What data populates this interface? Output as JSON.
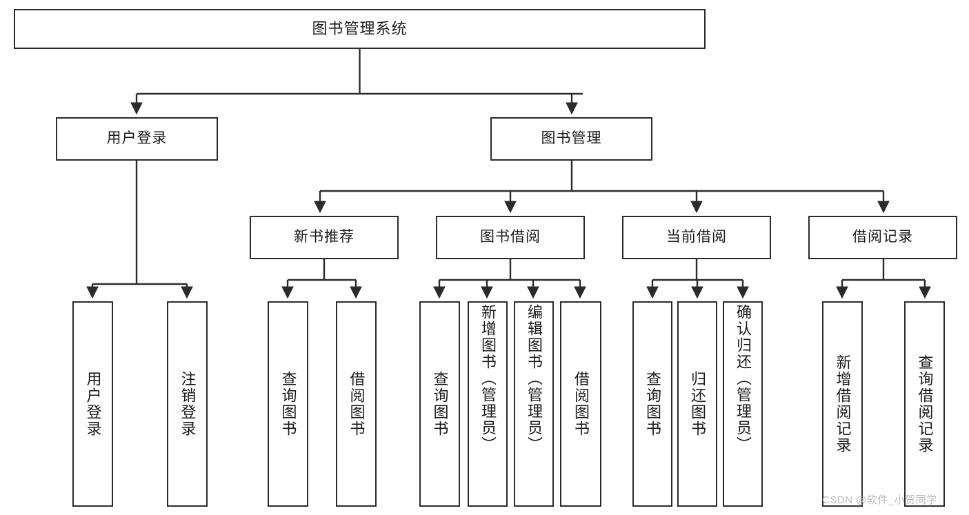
{
  "diagram": {
    "title_node": {
      "label": "图书管理系统"
    },
    "level2": [
      {
        "id": "user-login",
        "label": "用户登录"
      },
      {
        "id": "book-manage",
        "label": "图书管理"
      }
    ],
    "level3": [
      {
        "id": "new-book-recommend",
        "label": "新书推荐"
      },
      {
        "id": "book-borrow",
        "label": "图书借阅"
      },
      {
        "id": "current-borrow",
        "label": "当前借阅"
      },
      {
        "id": "borrow-record",
        "label": "借阅记录"
      }
    ],
    "leaves": {
      "user_login": [
        {
          "id": "leaf-user-login",
          "label": "用户登录"
        },
        {
          "id": "leaf-logout-login",
          "label": "注销登录"
        }
      ],
      "new_book_recommend": [
        {
          "id": "leaf-query-book-1",
          "label": "查询图书"
        },
        {
          "id": "leaf-borrow-book-1",
          "label": "借阅图书"
        }
      ],
      "book_borrow": [
        {
          "id": "leaf-query-book-2",
          "label": "查询图书"
        },
        {
          "id": "leaf-add-book-admin",
          "label": "新增图书（管理员）"
        },
        {
          "id": "leaf-edit-book-admin",
          "label": "编辑图书（管理员）"
        },
        {
          "id": "leaf-borrow-book-2",
          "label": "借阅图书"
        }
      ],
      "current_borrow": [
        {
          "id": "leaf-query-book-3",
          "label": "查询图书"
        },
        {
          "id": "leaf-return-book",
          "label": "归还图书"
        },
        {
          "id": "leaf-confirm-return-admin",
          "label": "确认归还（管理员）"
        }
      ],
      "borrow_record": [
        {
          "id": "leaf-add-borrow-record",
          "label": "新增借阅记录"
        },
        {
          "id": "leaf-query-borrow-record",
          "label": "查询借阅记录"
        }
      ]
    },
    "watermark": "CSDN @软件_小贺同学",
    "colors": {
      "stroke": "#2b2b2b",
      "fill": "#ffffff",
      "text": "#1a1a1a",
      "watermark": "#b9b9b9"
    }
  }
}
